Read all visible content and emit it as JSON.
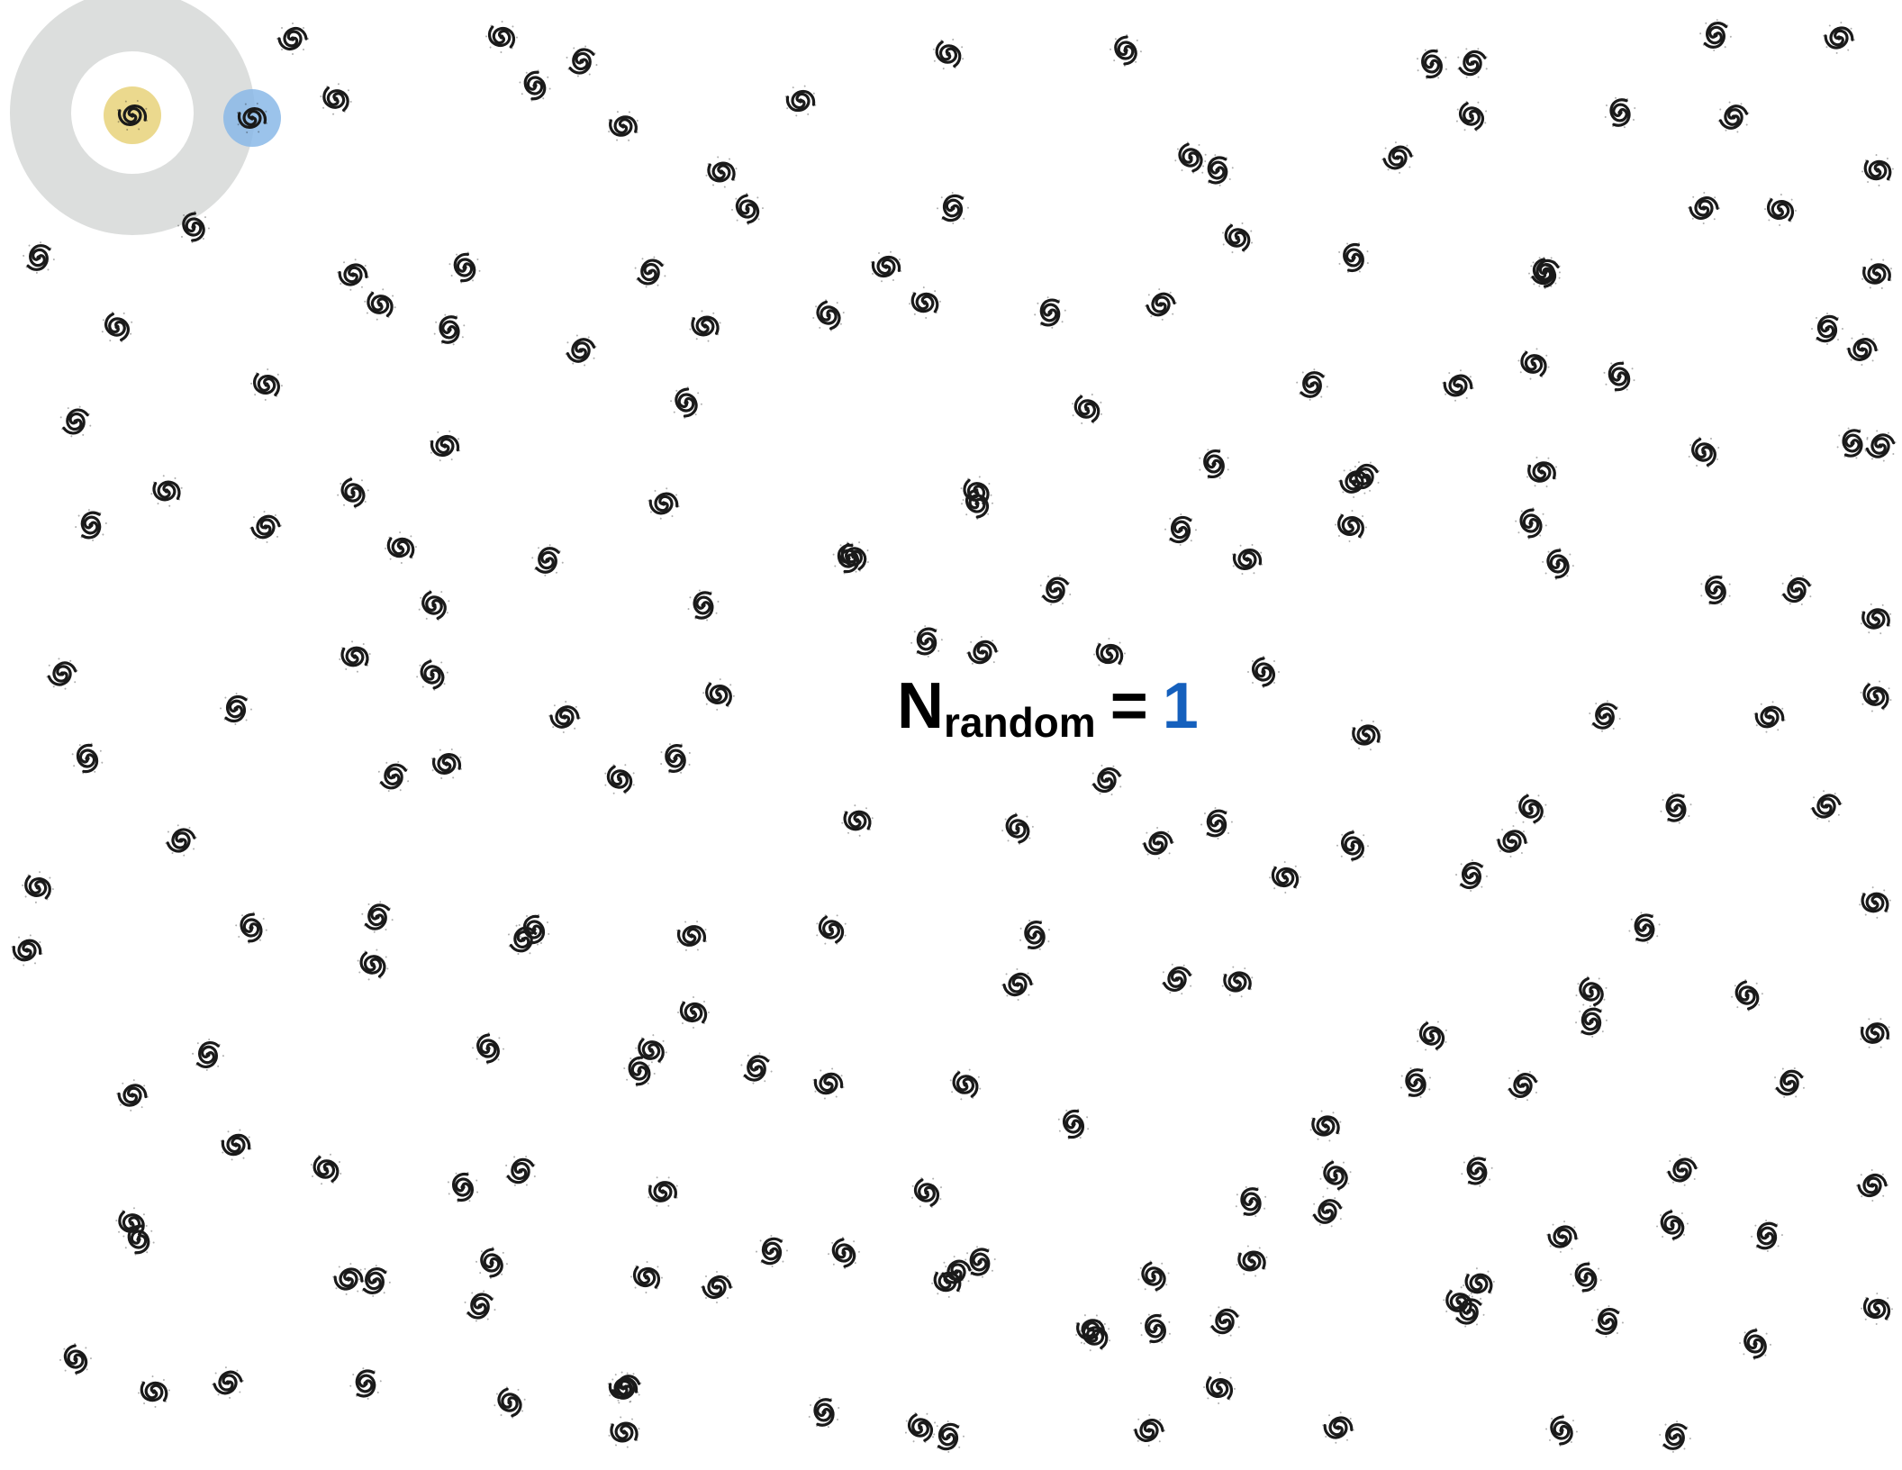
{
  "label": {
    "symbol": "N",
    "subscript": "random",
    "equals": "=",
    "value": "1"
  },
  "colors": {
    "galaxy": "#1a1a1a",
    "value_text": "#1560bd",
    "selected_fill": "#e8d27a",
    "matched_fill": "#8ab8e8",
    "aperture_ring": "#dcdedd"
  },
  "icons": {
    "galaxy": "spiral-galaxy-icon"
  },
  "counts": {
    "galaxies": 206,
    "highlighted": 2
  }
}
